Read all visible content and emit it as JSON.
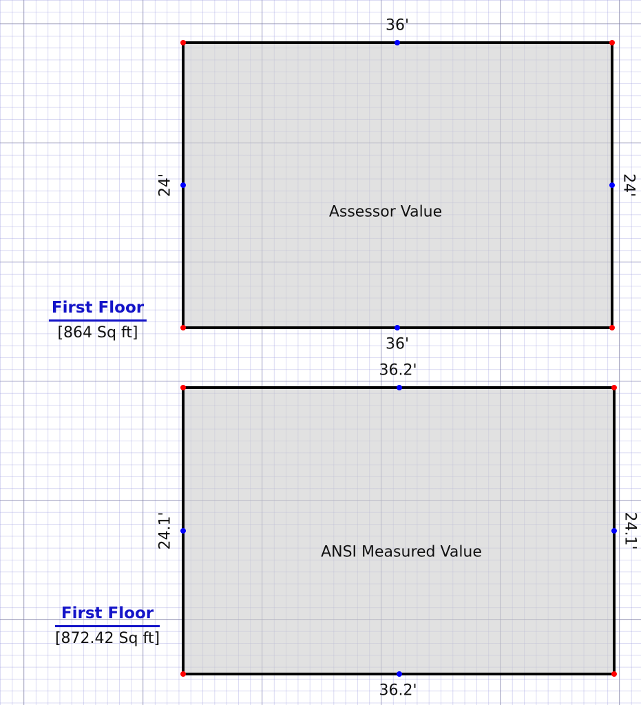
{
  "colors": {
    "wall": "#000000",
    "fill": "#e0e0e0",
    "corner": "#ff0000",
    "midpoint": "#0000ff",
    "label": "#1414c8"
  },
  "sketches": [
    {
      "title": "Assessor Value",
      "floor": "First Floor",
      "area": "[864 Sq ft]",
      "top": "36'",
      "bottom": "36'",
      "left": "24'",
      "right": "24'"
    },
    {
      "title": "ANSI Measured Value",
      "floor": "First Floor",
      "area": "[872.42 Sq ft]",
      "top": "36.2'",
      "bottom": "36.2'",
      "left": "24.1'",
      "right": "24.1'"
    }
  ]
}
